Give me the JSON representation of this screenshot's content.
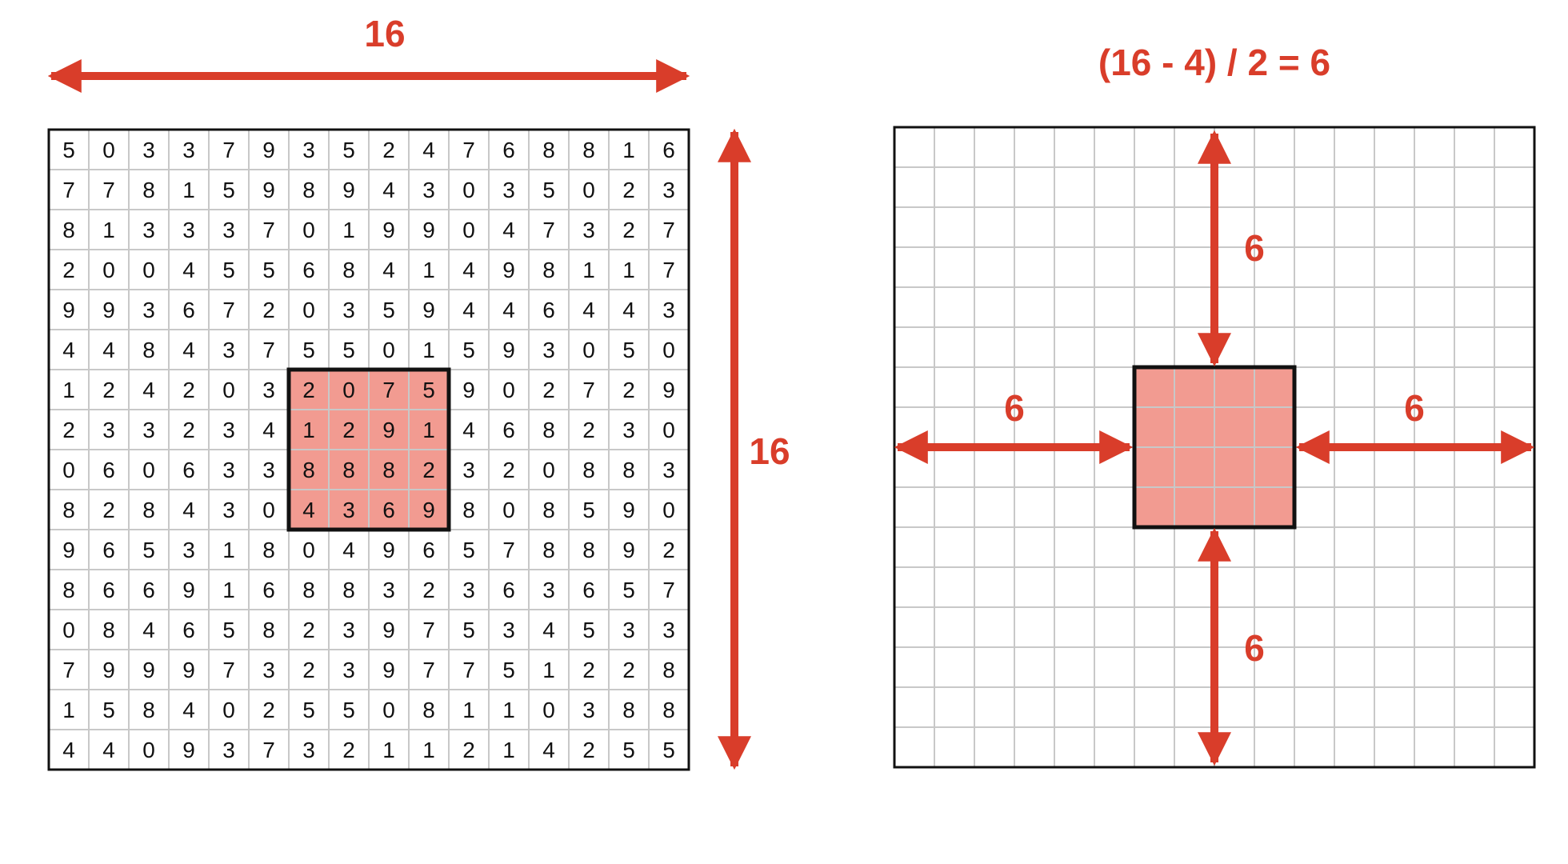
{
  "colors": {
    "accent": "#d93d2a",
    "highlight": "#f29b91",
    "grid_line": "#c8c8c8",
    "border": "#111111"
  },
  "left_panel": {
    "width_label": "16",
    "height_label": "16",
    "rows": [
      [
        5,
        0,
        3,
        3,
        7,
        9,
        3,
        5,
        2,
        4,
        7,
        6,
        8,
        8,
        1,
        6
      ],
      [
        7,
        7,
        8,
        1,
        5,
        9,
        8,
        9,
        4,
        3,
        0,
        3,
        5,
        0,
        2,
        3
      ],
      [
        8,
        1,
        3,
        3,
        3,
        7,
        0,
        1,
        9,
        9,
        0,
        4,
        7,
        3,
        2,
        7
      ],
      [
        2,
        0,
        0,
        4,
        5,
        5,
        6,
        8,
        4,
        1,
        4,
        9,
        8,
        1,
        1,
        7
      ],
      [
        9,
        9,
        3,
        6,
        7,
        2,
        0,
        3,
        5,
        9,
        4,
        4,
        6,
        4,
        4,
        3
      ],
      [
        4,
        4,
        8,
        4,
        3,
        7,
        5,
        5,
        0,
        1,
        5,
        9,
        3,
        0,
        5,
        0
      ],
      [
        1,
        2,
        4,
        2,
        0,
        3,
        2,
        0,
        7,
        5,
        9,
        0,
        2,
        7,
        2,
        9
      ],
      [
        2,
        3,
        3,
        2,
        3,
        4,
        1,
        2,
        9,
        1,
        4,
        6,
        8,
        2,
        3,
        0
      ],
      [
        0,
        6,
        0,
        6,
        3,
        3,
        8,
        8,
        8,
        2,
        3,
        2,
        0,
        8,
        8,
        3
      ],
      [
        8,
        2,
        8,
        4,
        3,
        0,
        4,
        3,
        6,
        9,
        8,
        0,
        8,
        5,
        9,
        0
      ],
      [
        9,
        6,
        5,
        3,
        1,
        8,
        0,
        4,
        9,
        6,
        5,
        7,
        8,
        8,
        9,
        2
      ],
      [
        8,
        6,
        6,
        9,
        1,
        6,
        8,
        8,
        3,
        2,
        3,
        6,
        3,
        6,
        5,
        7
      ],
      [
        0,
        8,
        4,
        6,
        5,
        8,
        2,
        3,
        9,
        7,
        5,
        3,
        4,
        5,
        3,
        3
      ],
      [
        7,
        9,
        9,
        9,
        7,
        3,
        2,
        3,
        9,
        7,
        7,
        5,
        1,
        2,
        2,
        8
      ],
      [
        1,
        5,
        8,
        4,
        0,
        2,
        5,
        5,
        0,
        8,
        1,
        1,
        0,
        3,
        8,
        8
      ],
      [
        4,
        4,
        0,
        9,
        3,
        7,
        3,
        2,
        1,
        1,
        2,
        1,
        4,
        2,
        5,
        5
      ]
    ],
    "highlight": {
      "row_start": 6,
      "col_start": 6,
      "size": 4
    }
  },
  "right_panel": {
    "formula": "(16 - 4) / 2 = 6",
    "grid_size": 16,
    "highlight": {
      "row_start": 6,
      "col_start": 6,
      "size": 4
    },
    "margin_top_label": "6",
    "margin_bottom_label": "6",
    "margin_left_label": "6",
    "margin_right_label": "6"
  }
}
